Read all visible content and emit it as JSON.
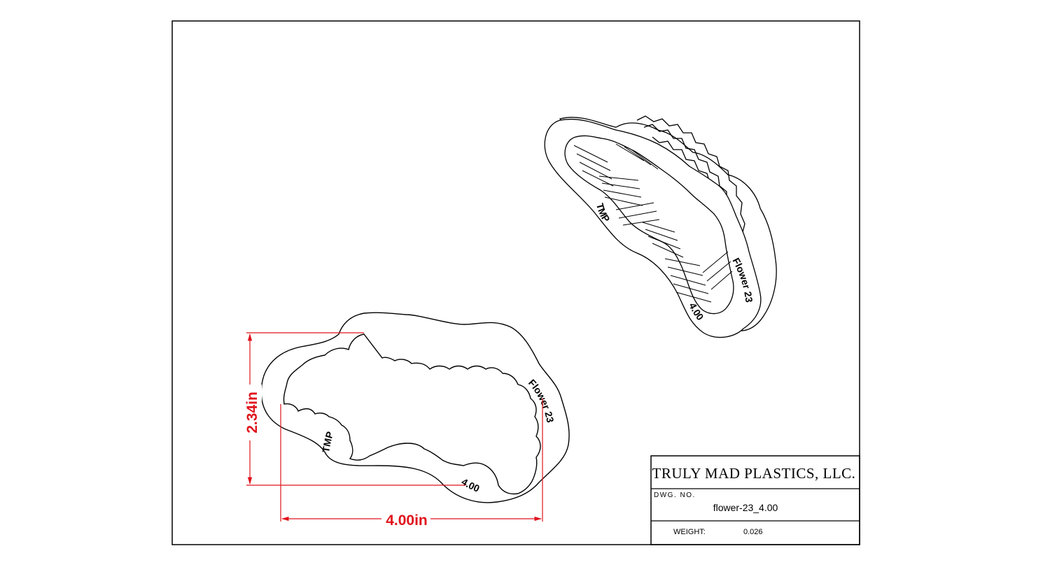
{
  "title_block": {
    "company": "TRULY MAD PLASTICS, LLC.",
    "drawing_number_label": "DWG. NO.",
    "drawing_number": "flower-23_4.00",
    "weight_label": "WEIGHT:",
    "weight_value": "0.026"
  },
  "dimensions": {
    "width_label": "4.00in",
    "height_label": "2.34in"
  },
  "part_engraving": {
    "brand": "TMP",
    "name": "Flower 23",
    "size": "4.00"
  },
  "colors": {
    "dimension": "#e0141c",
    "line": "#000000",
    "paper": "#ffffff"
  }
}
